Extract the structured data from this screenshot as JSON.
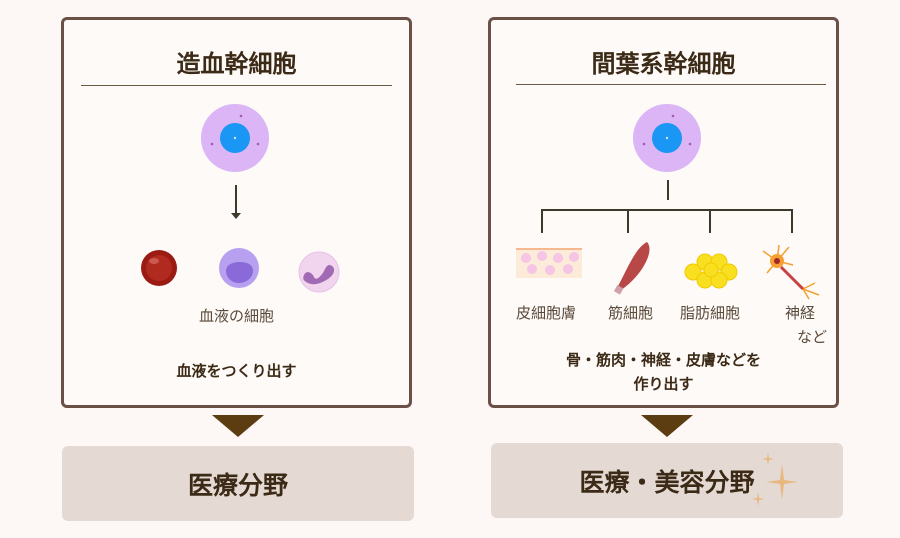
{
  "left": {
    "title": "造血幹細胞",
    "cells_label": "血液の細胞",
    "caption": "血液をつくり出す",
    "field": "医療分野"
  },
  "right": {
    "title": "間葉系幹細胞",
    "cells": [
      {
        "label": "皮細胞膚"
      },
      {
        "label": "筋細胞"
      },
      {
        "label": "脂肪細胞"
      },
      {
        "label": "神経"
      }
    ],
    "etc": "など",
    "caption_line1": "骨・筋肉・神経・皮膚などを",
    "caption_line2": "作り出す",
    "field": "医療・美容分野"
  },
  "colors": {
    "border": "#6b5048",
    "arrow": "#5c3d12",
    "field_bg": "#e5d9d4"
  }
}
